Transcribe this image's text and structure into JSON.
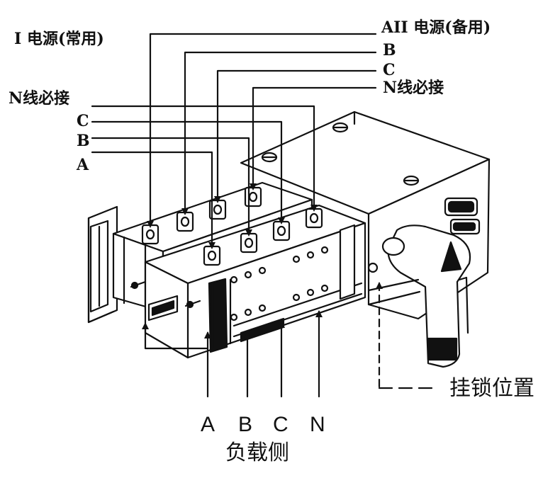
{
  "labels": {
    "source1": "I 电源(常用)",
    "source2": "AII 电源(备用)",
    "s2_b": "B",
    "s2_c": "C",
    "s2_n": "N线必接",
    "s1_n": "N线必接",
    "s1_c": "C",
    "s1_b": "B",
    "s1_a": "A",
    "lock_position": "挂锁位置",
    "load_a": "A",
    "load_b": "B",
    "load_c": "C",
    "load_n": "N",
    "load_side": "负载侧"
  },
  "colors": {
    "ink": "#111111",
    "background": "#ffffff"
  }
}
